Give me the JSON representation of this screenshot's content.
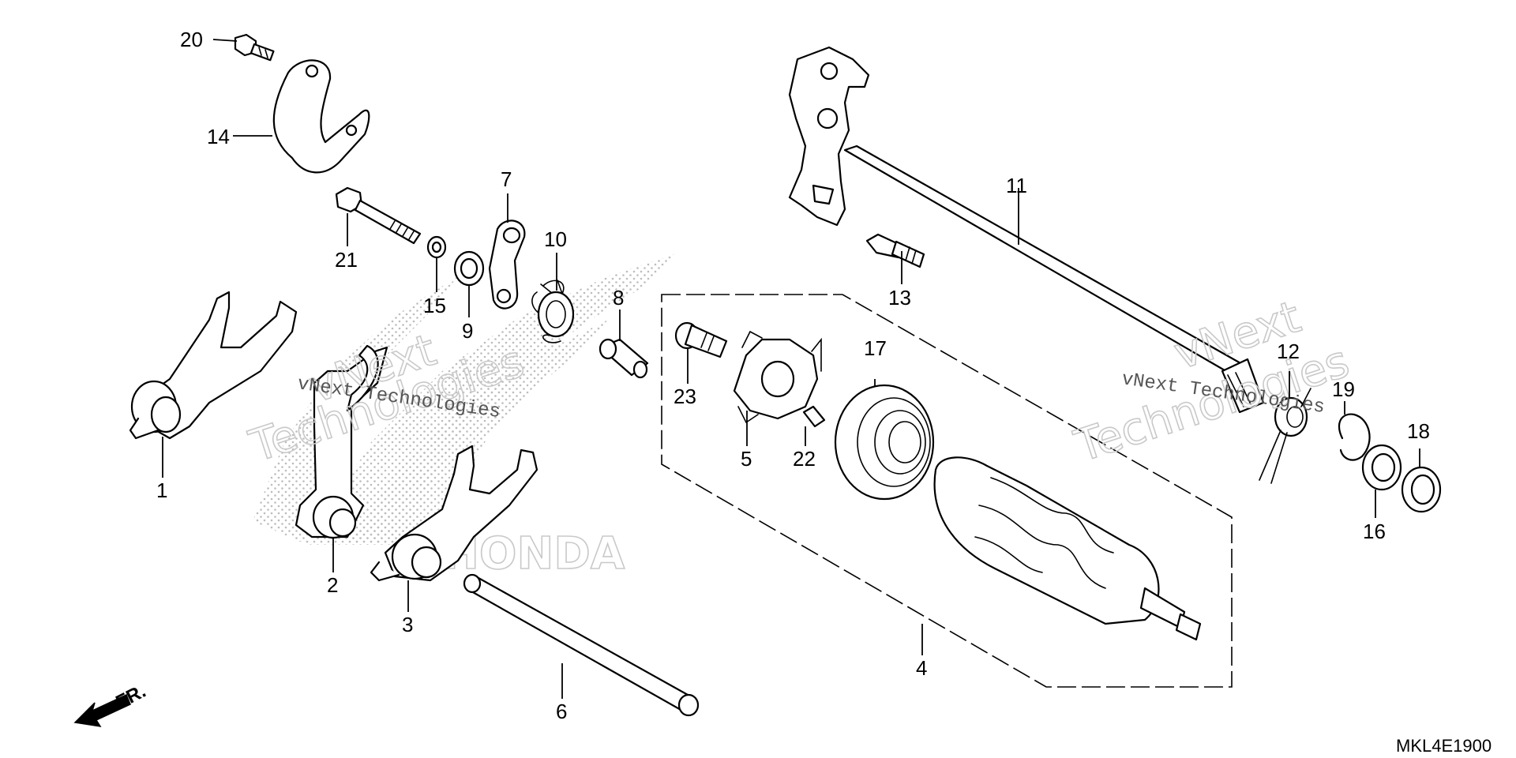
{
  "diagram_code": "MKL4E1900",
  "front_indicator": "FR.",
  "watermark": {
    "line1": "vNext",
    "line2": "Technologies",
    "small": "vNext Technologies"
  },
  "background_logo": "HONDA",
  "callouts": {
    "p1": "1",
    "p2": "2",
    "p3": "3",
    "p4": "4",
    "p5": "5",
    "p6": "6",
    "p7": "7",
    "p8": "8",
    "p9": "9",
    "p10": "10",
    "p11": "11",
    "p12": "12",
    "p13": "13",
    "p14": "14",
    "p15": "15",
    "p16": "16",
    "p17": "17",
    "p18": "18",
    "p19": "19",
    "p20": "20",
    "p21": "21",
    "p22": "22",
    "p23": "23"
  },
  "icons": {
    "front_arrow": "front-arrow-icon"
  }
}
